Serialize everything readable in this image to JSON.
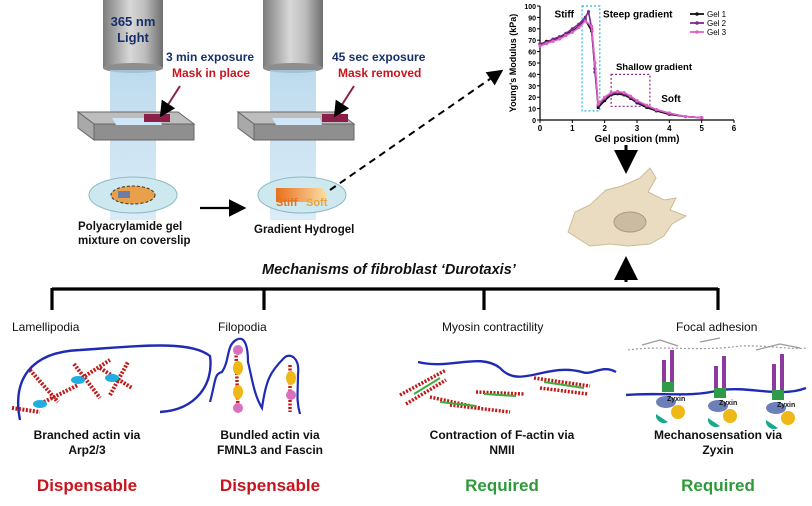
{
  "setup": {
    "light_label_line1": "365 nm",
    "light_label_line2": "Light",
    "step1_exposure": "3 min exposure",
    "step1_mask": "Mask in place",
    "step2_exposure": "45 sec exposure",
    "step2_mask": "Mask removed",
    "gel_mixture_line1": "Polyacrylamide gel",
    "gel_mixture_line2": "mixture on coverslip",
    "gradient_hydrogel": "Gradient Hydrogel",
    "stiff_label": "Stiff",
    "soft_label": "Soft",
    "colors": {
      "mask": "#8b1f4a",
      "stiff": "#e8701e",
      "soft": "#f1b55a",
      "dish": "#cde8ee"
    }
  },
  "chart_data": {
    "type": "line",
    "xlabel": "Gel position (mm)",
    "ylabel": "Young's Modulus (kPa)",
    "xlim": [
      0,
      6
    ],
    "ylim": [
      0,
      100
    ],
    "xticks": [
      "0",
      "1",
      "2",
      "3",
      "4",
      "5",
      "6"
    ],
    "yticks": [
      "0",
      "10",
      "20",
      "30",
      "40",
      "50",
      "60",
      "70",
      "80",
      "90",
      "100"
    ],
    "legend_position": "top-right",
    "annotations": [
      "Stiff",
      "Steep gradient",
      "Shallow gradient",
      "Soft"
    ],
    "series": [
      {
        "name": "Gel 1",
        "color": "#111111",
        "x": [
          0,
          0.2,
          0.4,
          0.6,
          0.8,
          1.0,
          1.2,
          1.4,
          1.6,
          1.7,
          1.8,
          2.0,
          2.2,
          2.4,
          2.6,
          2.8,
          3.0,
          3.3,
          3.6,
          4.0,
          4.5,
          5.0
        ],
        "y": [
          66,
          69,
          70,
          72,
          75,
          78,
          82,
          88,
          78,
          45,
          11,
          17,
          22,
          23,
          22,
          19,
          15,
          11,
          8,
          5,
          3,
          2
        ]
      },
      {
        "name": "Gel 2",
        "color": "#7a2a8c",
        "x": [
          0,
          0.2,
          0.4,
          0.6,
          0.8,
          1.0,
          1.2,
          1.4,
          1.5,
          1.6,
          1.7,
          1.8,
          2.0,
          2.2,
          2.4,
          2.6,
          2.8,
          3.0,
          3.3,
          3.6,
          4.0,
          4.5,
          5.0
        ],
        "y": [
          67,
          68,
          71,
          73,
          76,
          80,
          84,
          90,
          95,
          80,
          42,
          13,
          19,
          23,
          24,
          23,
          20,
          16,
          12,
          9,
          6,
          3,
          2
        ]
      },
      {
        "name": "Gel 3",
        "color": "#e060c8",
        "x": [
          0,
          0.2,
          0.4,
          0.6,
          0.8,
          1.0,
          1.2,
          1.4,
          1.6,
          1.7,
          1.8,
          2.0,
          2.2,
          2.4,
          2.6,
          2.8,
          3.0,
          3.3,
          3.6,
          4.0,
          4.5,
          5.0
        ],
        "y": [
          65,
          67,
          69,
          71,
          74,
          77,
          81,
          87,
          82,
          50,
          14,
          20,
          24,
          25,
          24,
          21,
          17,
          13,
          9,
          6,
          3,
          2
        ]
      }
    ]
  },
  "mechanisms": {
    "title": "Mechanisms of fibroblast ‘Durotaxis’",
    "items": [
      {
        "name": "Lamellipodia",
        "description_line1": "Branched actin via",
        "description_line2": "Arp2/3",
        "status": "Dispensable",
        "status_color": "#c8141e"
      },
      {
        "name": "Filopodia",
        "description_line1": "Bundled actin via",
        "description_line2": "FMNL3 and Fascin",
        "status": "Dispensable",
        "status_color": "#c8141e"
      },
      {
        "name": "Myosin contractility",
        "description_line1": "Contraction of F-actin via",
        "description_line2": "NMII",
        "status": "Required",
        "status_color": "#2e9a3a"
      },
      {
        "name": "Focal adhesion",
        "description_line1": "Mechanosensation via",
        "description_line2": "Zyxin",
        "status": "Required",
        "status_color": "#2e9a3a"
      }
    ],
    "zyxin_label": "Zyxin"
  }
}
